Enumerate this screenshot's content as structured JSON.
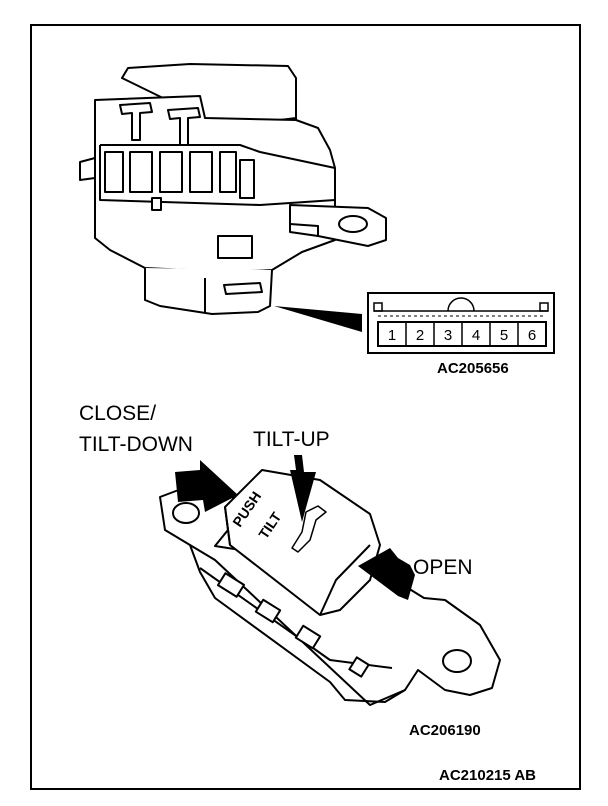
{
  "figure_code": "AC210215 AB",
  "top_view": {
    "code": "AC205656",
    "connector_pins": [
      "1",
      "2",
      "3",
      "4",
      "5",
      "6"
    ]
  },
  "bottom_view": {
    "code": "AC206190",
    "labels": {
      "close_line1": "CLOSE/",
      "close_line2": "TILT-DOWN",
      "tilt_up": "TILT-UP",
      "open": "OPEN",
      "push": "PUSH",
      "tilt": "TILT"
    }
  }
}
